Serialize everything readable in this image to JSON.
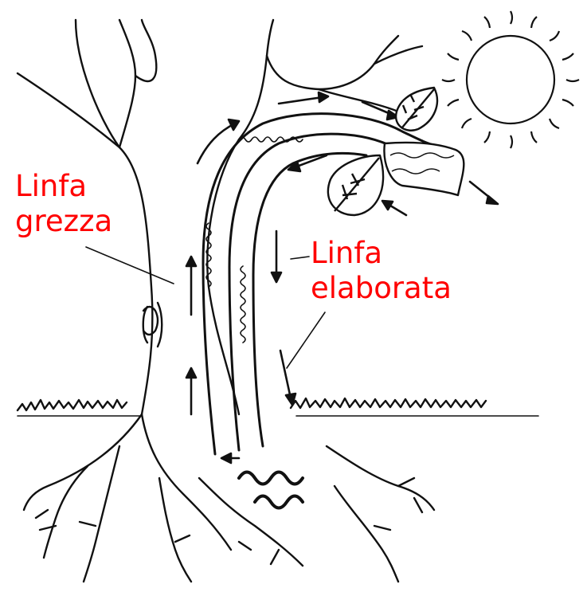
{
  "labels": {
    "linfa_grezza": [
      "Linfa",
      "grezza"
    ],
    "linfa_elaborata": [
      "Linfa",
      "elaborata"
    ]
  },
  "colors": {
    "label": "#ff0000",
    "ink": "#111111",
    "background": "#ffffff"
  },
  "icons": [
    "sun-icon",
    "leaf-icon"
  ]
}
